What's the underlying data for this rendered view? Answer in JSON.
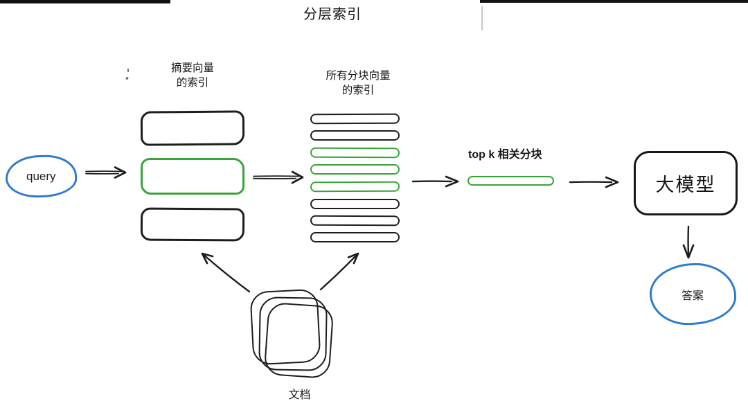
{
  "colors": {
    "blue": "#2e7ccb",
    "green": "#3aa33a",
    "ink": "#1d1d1d"
  },
  "title": "分层索引",
  "query": {
    "label": "query"
  },
  "summary_index": {
    "label_lines": [
      "摘要向量",
      "的索引"
    ],
    "boxes": [
      "black",
      "green",
      "black"
    ]
  },
  "chunk_index": {
    "label_lines": [
      "所有分块向量",
      "的索引"
    ],
    "bars": [
      "black",
      "black",
      "green",
      "green",
      "green",
      "black",
      "black",
      "black"
    ]
  },
  "topk": {
    "label": "top k 相关分块",
    "bar_color": "green"
  },
  "llm": {
    "label": "大模型"
  },
  "answer": {
    "label": "答案"
  },
  "document": {
    "label": "文档",
    "stack_count": 3
  }
}
